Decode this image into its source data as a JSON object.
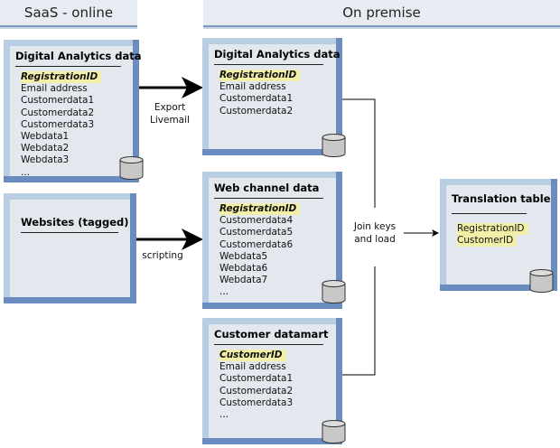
{
  "headers": {
    "saas": "SaaS - online",
    "onprem": "On premise"
  },
  "boxes": {
    "saas_analytics": {
      "title": "Digital Analytics data",
      "key": "RegistrationID",
      "items": [
        "Email address",
        "Customerdata1",
        "Customerdata2",
        "Customerdata3",
        "Webdata1",
        "Webdata2",
        "Webdata3",
        "..."
      ]
    },
    "websites": {
      "title": "Websites (tagged)"
    },
    "onprem_analytics": {
      "title": "Digital Analytics data",
      "key": "RegistrationID",
      "items": [
        "Email address",
        "Customerdata1",
        "Customerdata2"
      ]
    },
    "web_channel": {
      "title": "Web channel data",
      "key": "RegistrationID",
      "items": [
        "Customerdata4",
        "Customerdata5",
        "Customerdata6",
        "Webdata5",
        "Webdata6",
        "Webdata7",
        "..."
      ]
    },
    "datamart": {
      "title": "Customer datamart",
      "key": "CustomerID",
      "items": [
        "Email address",
        "Customerdata1",
        "Customerdata2",
        "Customerdata3",
        "..."
      ]
    },
    "translation": {
      "title": "Translation table",
      "items": [
        "RegistrationID",
        "CustomerID"
      ]
    }
  },
  "labels": {
    "export": "Export\nLivemail",
    "scripting": "scripting",
    "join": "Join keys\nand load"
  },
  "colors": {
    "frame_dark": "#6b8cbf",
    "frame_light": "#b9cde2",
    "fill": "#e3e8ee",
    "highlight": "#f2f0a8"
  }
}
